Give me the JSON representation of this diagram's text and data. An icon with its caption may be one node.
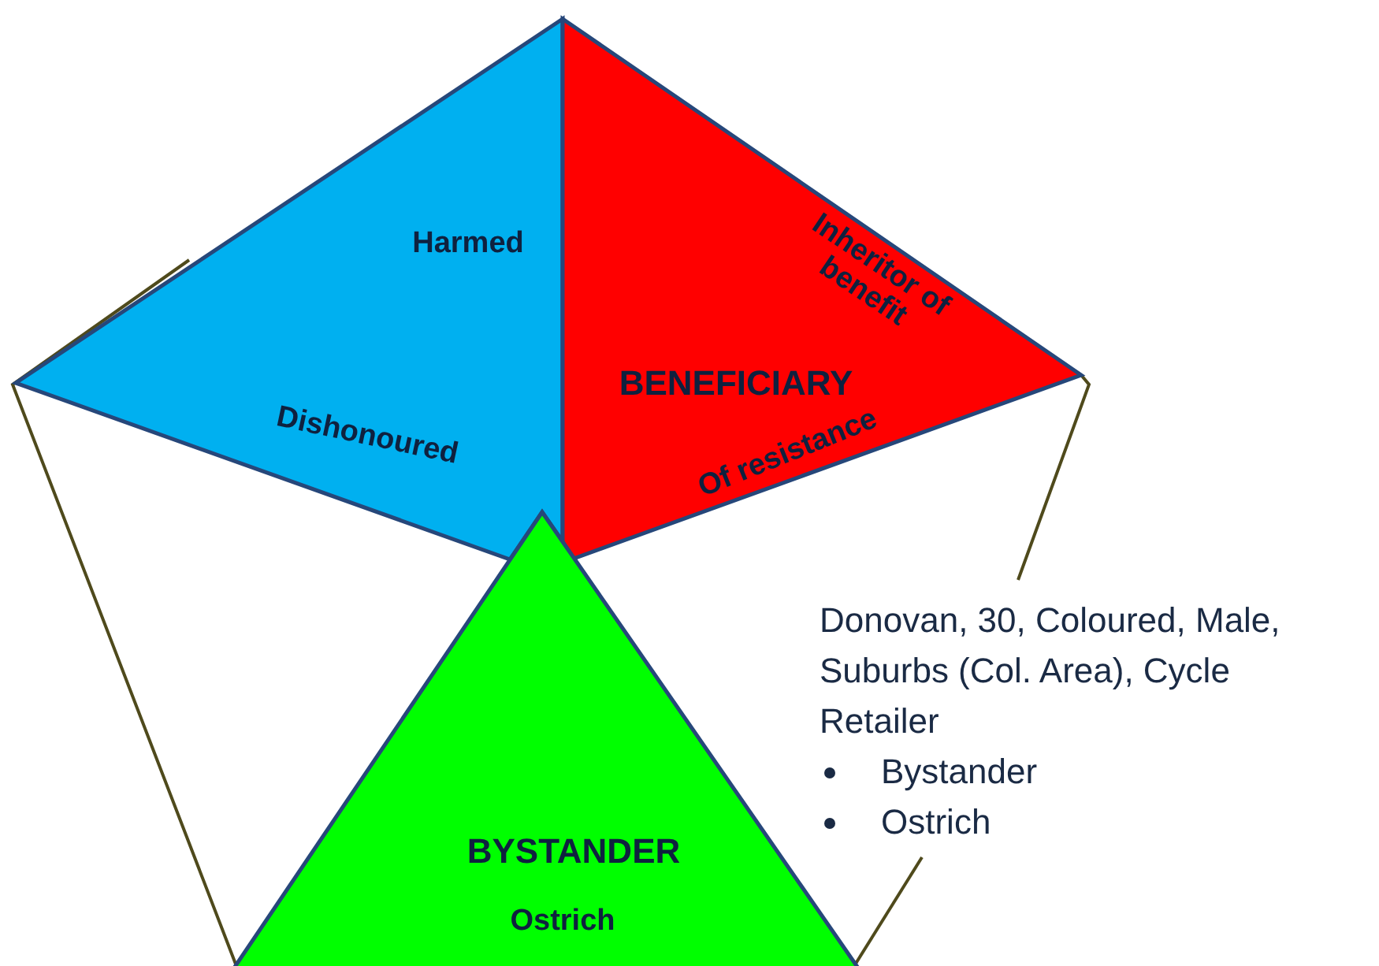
{
  "diagram": {
    "nodes": [
      {
        "text": [
          "Harmed",
          "Dishonoured"
        ]
      },
      {
        "text": [
          "BENEFICIARY",
          "Inheritor of benefit",
          "Of resistance"
        ]
      },
      {
        "text": [
          "BYSTANDER",
          "Ostrich"
        ]
      }
    ],
    "labels": [
      "Donovan, 30, Coloured, Male, Suburbs (Col. Area), Cycle Retailer",
      "Bystander",
      "Ostrich"
    ]
  }
}
